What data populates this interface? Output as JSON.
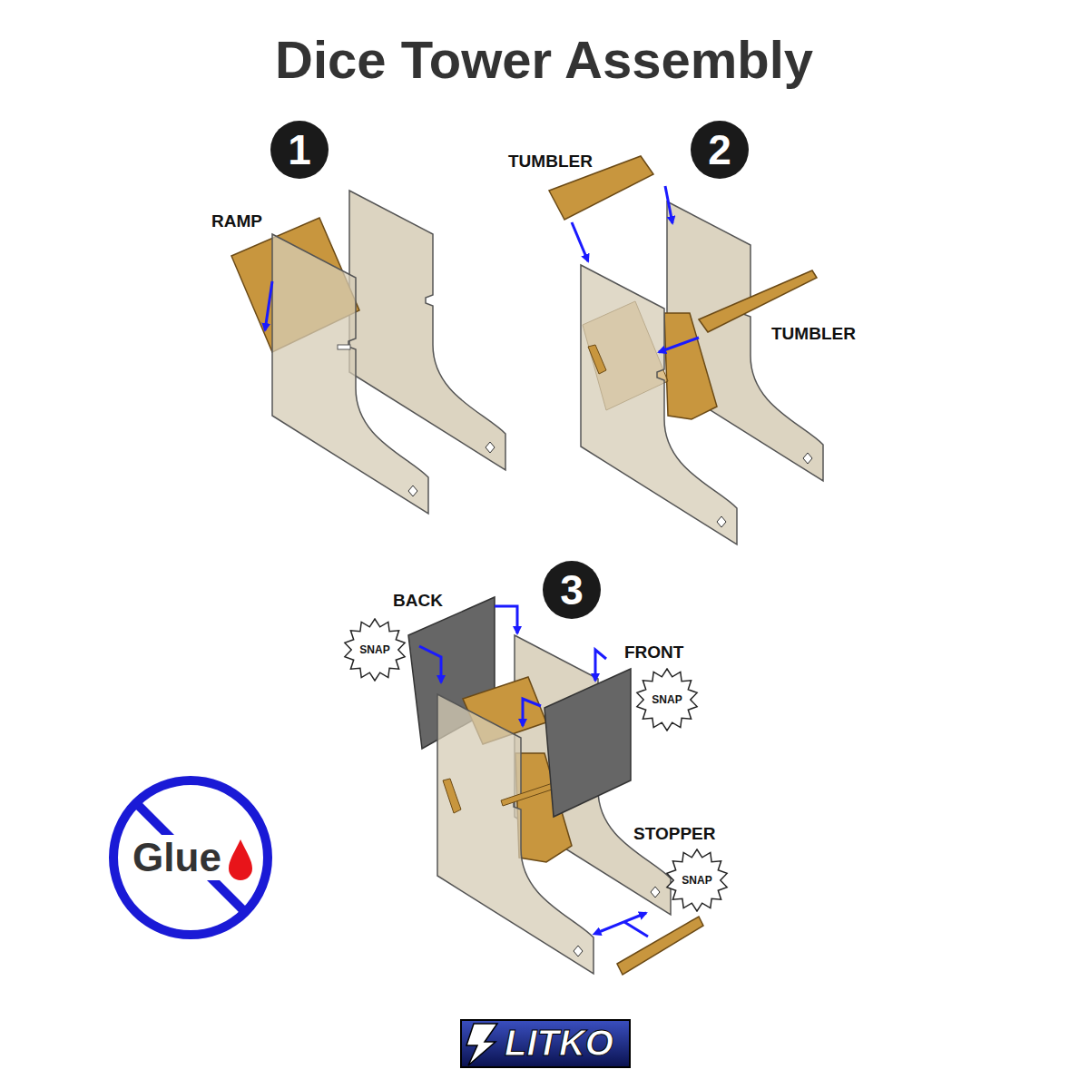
{
  "diagram": {
    "title": "Dice Tower Assembly",
    "nodes": [
      {
        "text": [
          "1"
        ]
      },
      {
        "text": [
          "2"
        ]
      },
      {
        "text": [
          "3"
        ]
      },
      {
        "text": [
          "SNAP"
        ]
      },
      {
        "text": [
          "SNAP"
        ]
      },
      {
        "text": [
          "Glue"
        ]
      },
      {
        "text": [
          "SNAP"
        ]
      }
    ],
    "labels": [
      "RAMP",
      "TUMBLER",
      "TUMBLER",
      "BACK",
      "FRONT",
      "STOPPER",
      "LITKO"
    ]
  }
}
